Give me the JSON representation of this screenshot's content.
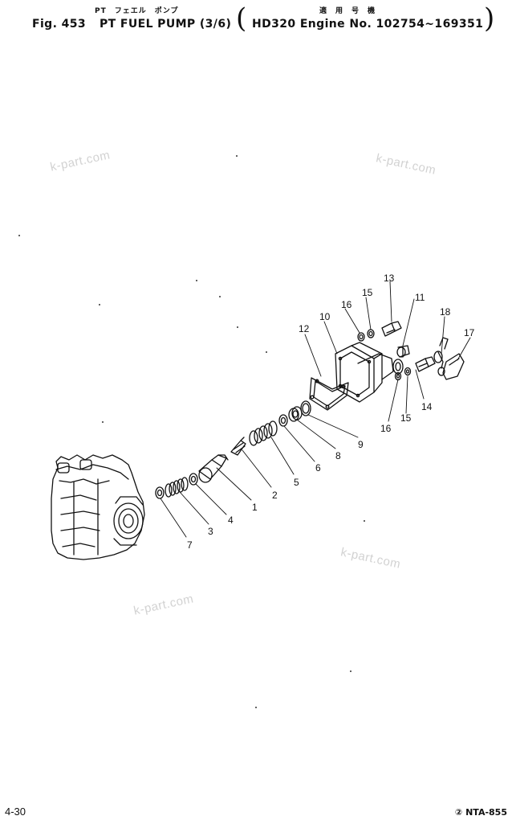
{
  "header": {
    "jp_line_left": "PT　フェエル　ポンプ",
    "jp_line_right": "適　用　号　機",
    "fig_label": "Fig. 453",
    "title": "PT FUEL PUMP (3/6)",
    "applicability": "HD320 Engine No. 102754~169351"
  },
  "watermarks": [
    "k-part.com",
    "k-part.com",
    "k-part.com",
    "k-part.com"
  ],
  "callouts": [
    "1",
    "2",
    "3",
    "4",
    "5",
    "6",
    "7",
    "8",
    "9",
    "10",
    "11",
    "12",
    "13",
    "14",
    "15",
    "15",
    "16",
    "16",
    "17",
    "18"
  ],
  "footer": {
    "page_number": "4-30",
    "code_symbol": "②",
    "code": "NTA-855"
  }
}
